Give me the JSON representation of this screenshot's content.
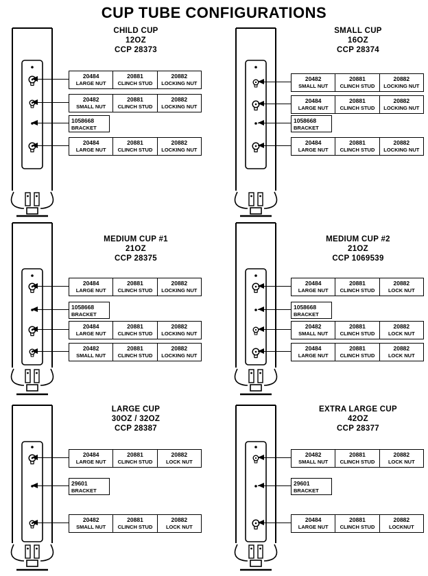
{
  "page_title": "CUP TUBE CONFIGURATIONS",
  "colors": {
    "ink": "#000000",
    "background": "#ffffff"
  },
  "sections": [
    {
      "name": "CHILD CUP",
      "size": "12OZ",
      "ccp": "CCP 28373",
      "boxes": [
        {
          "cols": [
            {
              "num": "20484",
              "label": "LARGE NUT"
            },
            {
              "num": "20881",
              "label": "CLINCH STUD"
            },
            {
              "num": "20882",
              "label": "LOCKING NUT"
            }
          ]
        },
        {
          "cols": [
            {
              "num": "20482",
              "label": "SMALL NUT"
            },
            {
              "num": "20881",
              "label": "CLINCH STUD"
            },
            {
              "num": "20882",
              "label": "LOCKING NUT"
            }
          ]
        },
        {
          "cols": [
            {
              "num": "1058668",
              "label": "BRACKET"
            }
          ]
        },
        {
          "cols": [
            {
              "num": "20484",
              "label": "LARGE NUT"
            },
            {
              "num": "20881",
              "label": "CLINCH STUD"
            },
            {
              "num": "20882",
              "label": "LOCKING NUT"
            }
          ]
        }
      ]
    },
    {
      "name": "SMALL CUP",
      "size": "16OZ",
      "ccp": "CCP 28374",
      "boxes": [
        {
          "cols": [
            {
              "num": "20482",
              "label": "SMALL NUT"
            },
            {
              "num": "20881",
              "label": "CLINCH STUD"
            },
            {
              "num": "20882",
              "label": "LOCKING NUT"
            }
          ]
        },
        {
          "cols": [
            {
              "num": "20484",
              "label": "LARGE NUT"
            },
            {
              "num": "20881",
              "label": "CLINCH STUD"
            },
            {
              "num": "20882",
              "label": "LOCKING NUT"
            }
          ]
        },
        {
          "cols": [
            {
              "num": "1058668",
              "label": "BRACKET"
            }
          ]
        },
        {
          "cols": [
            {
              "num": "20484",
              "label": "LARGE NUT"
            },
            {
              "num": "20881",
              "label": "CLINCH STUD"
            },
            {
              "num": "20882",
              "label": "LOCKING NUT"
            }
          ]
        }
      ]
    },
    {
      "name": "MEDIUM CUP #1",
      "size": "21OZ",
      "ccp": "CCP 28375",
      "boxes": [
        {
          "cols": [
            {
              "num": "20484",
              "label": "LARGE NUT"
            },
            {
              "num": "20881",
              "label": "CLINCH STUD"
            },
            {
              "num": "20882",
              "label": "LOCKING NUT"
            }
          ]
        },
        {
          "cols": [
            {
              "num": "1058668",
              "label": "BRACKET"
            }
          ]
        },
        {
          "cols": [
            {
              "num": "20484",
              "label": "LARGE NUT"
            },
            {
              "num": "20881",
              "label": "CLINCH STUD"
            },
            {
              "num": "20882",
              "label": "LOCKING NUT"
            }
          ]
        },
        {
          "cols": [
            {
              "num": "20482",
              "label": "SMALL NUT"
            },
            {
              "num": "20881",
              "label": "CLINCH STUD"
            },
            {
              "num": "20882",
              "label": "LOCKING NUT"
            }
          ]
        }
      ]
    },
    {
      "name": "MEDIUM CUP #2",
      "size": "21OZ",
      "ccp": "CCP 1069539",
      "boxes": [
        {
          "cols": [
            {
              "num": "20484",
              "label": "LARGE NUT"
            },
            {
              "num": "20881",
              "label": "CLINCH STUD"
            },
            {
              "num": "20882",
              "label": "LOCK NUT"
            }
          ]
        },
        {
          "cols": [
            {
              "num": "1058668",
              "label": "BRACKET"
            }
          ]
        },
        {
          "cols": [
            {
              "num": "20482",
              "label": "SMALL NUT"
            },
            {
              "num": "20881",
              "label": "CLINCH STUD"
            },
            {
              "num": "20882",
              "label": "LOCK NUT"
            }
          ]
        },
        {
          "cols": [
            {
              "num": "20484",
              "label": "LARGE NUT"
            },
            {
              "num": "20881",
              "label": "CLINCH STUD"
            },
            {
              "num": "20882",
              "label": "LOCK NUT"
            }
          ]
        }
      ]
    },
    {
      "name": "LARGE CUP",
      "size": "30OZ / 32OZ",
      "ccp": "CCP 28387",
      "boxes": [
        {
          "cols": [
            {
              "num": "20484",
              "label": "LARGE NUT"
            },
            {
              "num": "20881",
              "label": "CLINCH STUD"
            },
            {
              "num": "20882",
              "label": "LOCK NUT"
            }
          ]
        },
        {
          "cols": [
            {
              "num": "29601",
              "label": "BRACKET"
            }
          ]
        },
        {
          "cols": [
            {
              "num": "20482",
              "label": "SMALL NUT"
            },
            {
              "num": "20881",
              "label": "CLINCH STUD"
            },
            {
              "num": "20882",
              "label": "LOCK NUT"
            }
          ]
        }
      ]
    },
    {
      "name": "EXTRA LARGE CUP",
      "size": "42OZ",
      "ccp": "CCP 28377",
      "boxes": [
        {
          "cols": [
            {
              "num": "20482",
              "label": "SMALL NUT"
            },
            {
              "num": "20881",
              "label": "CLINCH STUD"
            },
            {
              "num": "20882",
              "label": "LOCK NUT"
            }
          ]
        },
        {
          "cols": [
            {
              "num": "29601",
              "label": "BRACKET"
            }
          ]
        },
        {
          "cols": [
            {
              "num": "20484",
              "label": "LARGE NUT"
            },
            {
              "num": "20881",
              "label": "CLINCH STUD"
            },
            {
              "num": "20882",
              "label": "LOCKNUT"
            }
          ]
        }
      ]
    }
  ]
}
